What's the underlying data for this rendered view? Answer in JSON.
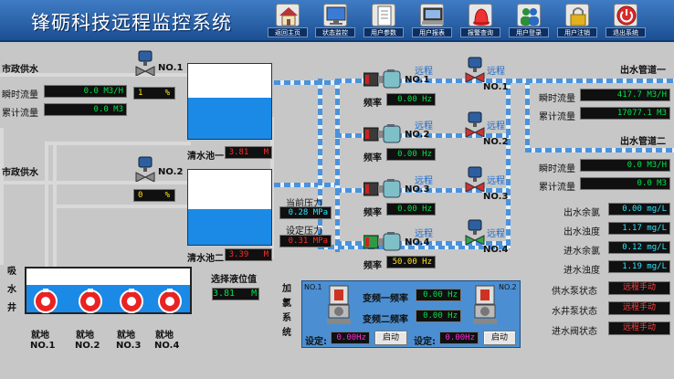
{
  "header": {
    "title": "锋砺科技远程监控系统",
    "nav": [
      {
        "label": "返回主页",
        "icon": "home-icon"
      },
      {
        "label": "状态监控",
        "icon": "monitor-icon"
      },
      {
        "label": "用户参数",
        "icon": "document-icon"
      },
      {
        "label": "用户报表",
        "icon": "report-icon"
      },
      {
        "label": "报警查询",
        "icon": "alarm-icon"
      },
      {
        "label": "用户登录",
        "icon": "users-icon"
      },
      {
        "label": "用户注销",
        "icon": "lock-icon"
      },
      {
        "label": "退出系统",
        "icon": "power-icon"
      }
    ]
  },
  "left": {
    "supply1": "市政供水",
    "supply2": "市政供水",
    "flow_label": "瞬时流量",
    "total_label": "累计流量",
    "flow1": "0.0 M3/H",
    "total1": "0.0 M3",
    "valve1_name": "NO.1",
    "valve1_pct": "1",
    "valve2_name": "NO.2",
    "valve2_pct": "0",
    "pct_unit": "%",
    "well_label": "吸水井",
    "well_pumps": [
      {
        "mode": "就地",
        "name": "NO.1"
      },
      {
        "mode": "就地",
        "name": "NO.2"
      },
      {
        "mode": "就地",
        "name": "NO.3"
      },
      {
        "mode": "就地",
        "name": "NO.4"
      }
    ]
  },
  "tanks": {
    "t1_label": "清水池一",
    "t1_value": "3.81",
    "t1_unit": "M",
    "t1_level": 0.55,
    "t2_label": "清水池二",
    "t2_value": "3.39",
    "t2_unit": "M",
    "t2_level": 0.48,
    "sel_label": "选择液位值",
    "sel_value": "3.81",
    "sel_unit": "M"
  },
  "pressure": {
    "current_label": "当前压力",
    "current": "0.28 MPa",
    "set_label": "设定压力",
    "set": "0.31 MPa"
  },
  "pumps": [
    {
      "name": "NO.1",
      "freq_label": "频率",
      "freq": "0.00 Hz",
      "remote": "远程",
      "valve_remote": "远程",
      "valve_name": "NO.1",
      "running": false
    },
    {
      "name": "NO.2",
      "freq_label": "频率",
      "freq": "0.00 Hz",
      "remote": "远程",
      "valve_remote": "远程",
      "valve_name": "NO.2",
      "running": false
    },
    {
      "name": "NO.3",
      "freq_label": "频率",
      "freq": "0.00 Hz",
      "remote": "远程",
      "valve_remote": "远程",
      "valve_name": "NO.3",
      "running": false
    },
    {
      "name": "NO.4",
      "freq_label": "频率",
      "freq": "50.00 Hz",
      "remote": "远程",
      "valve_remote": "远程",
      "valve_name": "NO.4",
      "running": true
    }
  ],
  "chlor": {
    "title": "加氯系统",
    "no1": "NO.1",
    "no2": "NO.2",
    "f1_label": "变频一频率",
    "f1": "0.00 Hz",
    "f2_label": "变频二频率",
    "f2": "0.00 Hz",
    "set_label": "设定:",
    "set1": "0.00Hz",
    "set2": "0.00Hz",
    "start": "启动"
  },
  "outlet": {
    "line1": "出水管道一",
    "line2": "出水管道二",
    "flow_label": "瞬时流量",
    "total_label": "累计流量",
    "flow1": "417.7 M3/H",
    "total1": "17077.1 M3",
    "flow2": "0.0 M3/H",
    "total2": "0.0 M3"
  },
  "quality": [
    {
      "label": "出水余氯",
      "value": "0.00 mg/L"
    },
    {
      "label": "出水浊度",
      "value": "1.17 mg/L"
    },
    {
      "label": "进水余氯",
      "value": "0.12 mg/L"
    },
    {
      "label": "进水浊度",
      "value": "1.19 mg/L"
    }
  ],
  "states": [
    {
      "label": "供水泵状态",
      "value": "远程手动"
    },
    {
      "label": "水井泵状态",
      "value": "远程手动"
    },
    {
      "label": "进水阀状态",
      "value": "远程手动"
    }
  ]
}
